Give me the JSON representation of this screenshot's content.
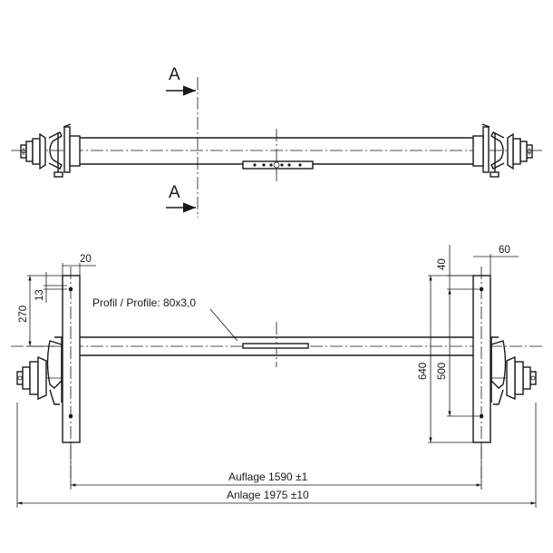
{
  "section": {
    "top_label": "A",
    "bottom_label": "A"
  },
  "profile_label": "Profil / Profile: 80x3,0",
  "dimensions": {
    "d20": "20",
    "d60": "60",
    "d40": "40",
    "d13": "13",
    "d270": "270",
    "d640": "640",
    "d500": "500",
    "auflage": "Auflage 1590 ±1",
    "anlage": "Anlage 1975 ±10"
  }
}
